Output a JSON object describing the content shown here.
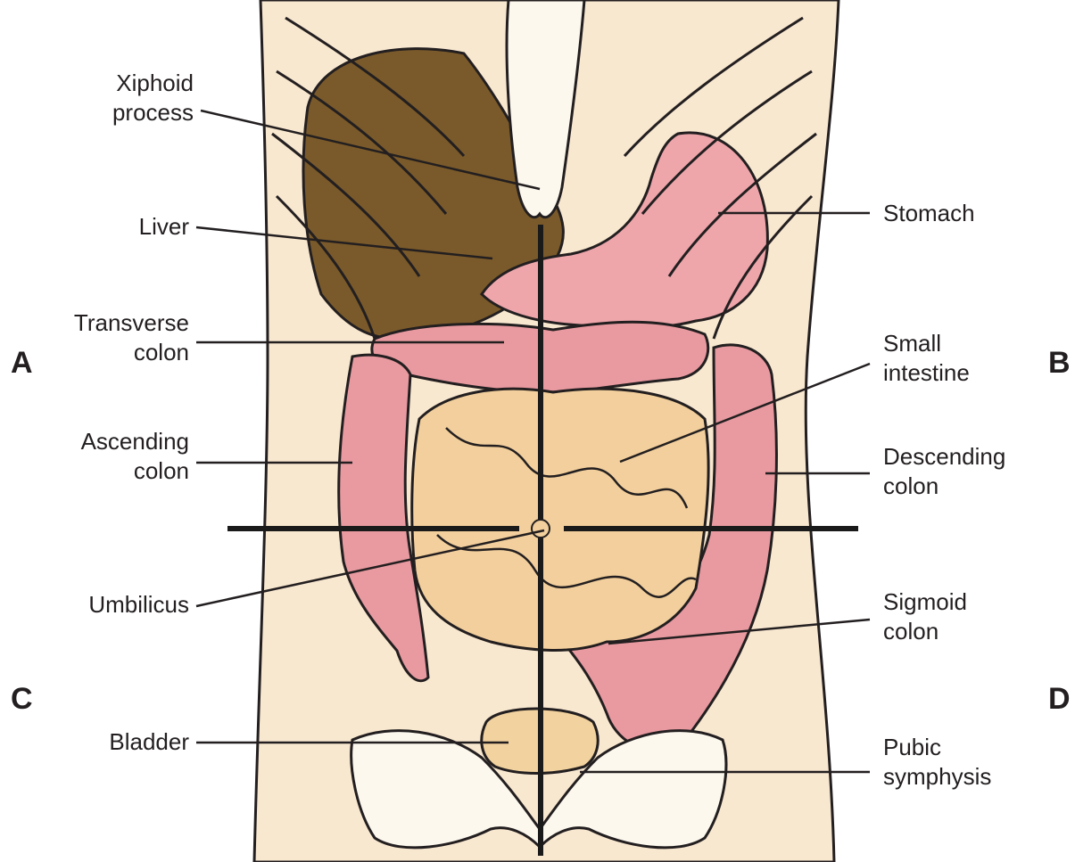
{
  "labels": {
    "xiphoid": "Xiphoid\nprocess",
    "liver": "Liver",
    "transverse_colon": "Transverse\ncolon",
    "ascending_colon": "Ascending\ncolon",
    "umbilicus": "Umbilicus",
    "bladder": "Bladder",
    "stomach": "Stomach",
    "small_intestine": "Small\nintestine",
    "descending_colon": "Descending\ncolon",
    "sigmoid_colon": "Sigmoid\ncolon",
    "pubic_symphysis": "Pubic\nsymphysis"
  },
  "quadrants": {
    "a": "A",
    "b": "B",
    "c": "C",
    "d": "D"
  },
  "colors": {
    "skin": "#f9e8d0",
    "bone": "#fdf8ee",
    "outline": "#231f20",
    "liver": "#7a5a2a",
    "colon": "#e89aa0",
    "colon_dark": "#c96a75",
    "small_intestine": "#f2cf9c",
    "stomach": "#eea6ab",
    "bladder": "#f2d29e",
    "axis": "#1a1a1a"
  }
}
